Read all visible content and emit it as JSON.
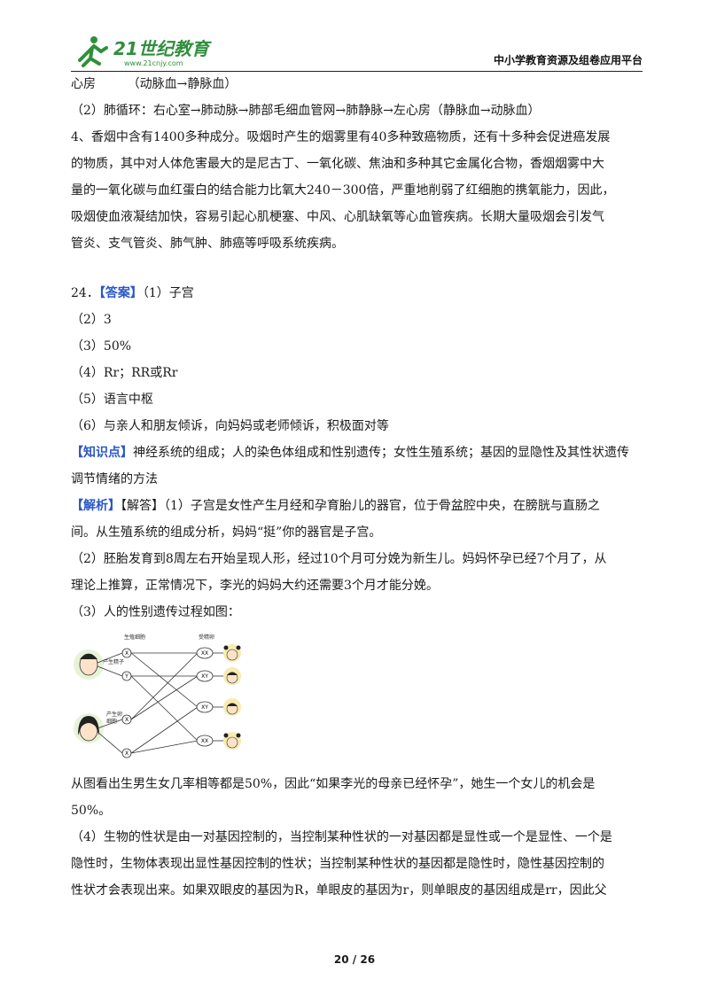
{
  "header": {
    "logo_text": "21世纪教育",
    "logo_url_text": "www.21cnjy.com",
    "platform": "中小学教育资源及组卷应用平台"
  },
  "lines": {
    "l1": "心房        （动脉血→静脉血）",
    "l2": "（2）肺循环：右心室→肺动脉→肺部毛细血管网→肺静脉→左心房（静脉血→动脉血）",
    "l3": "4、香烟中含有1400多种成分。吸烟时产生的烟雾里有40多种致癌物质，还有十多种会促进癌发展",
    "l4": "的物质，其中对人体危害最大的是尼古丁、一氧化碳、焦油和多种其它金属化合物，香烟烟雾中大",
    "l5": "量的一氧化碳与血红蛋白的结合能力比氧大240－300倍，严重地削弱了红细胞的携氧能力，因此，",
    "l6": "吸烟使血液凝结加快，容易引起心肌梗塞、中风、心肌缺氧等心血管疾病。长期大量吸烟会引发气",
    "l7": "管炎、支气管炎、肺气肿、肺癌等呼吸系统疾病。",
    "q24_num": "24．",
    "q24_ans_tag": "【答案】",
    "q24_a1": "（1）子宫",
    "a2": "（2）3",
    "a3": "（3）50%",
    "a4": "（4）Rr；RR或Rr",
    "a5": "（5）语言中枢",
    "a6": "（6）与亲人和朋友倾诉，向妈妈或老师倾诉，积极面对等",
    "kp_tag": "【知识点】",
    "kp1": "神经系统的组成；人的染色体组成和性别遗传；女性生殖系统；基因的显隐性及其性状遗传",
    "kp2": "调节情绪的方法",
    "jx_tag": "【解析】",
    "jd_tag": "【解答】",
    "jx1": "（1）子宫是女性产生月经和孕育胎儿的器官，位于骨盆腔中央，在膀胱与直肠之",
    "jx2": "间。从生殖系统的组成分析，妈妈“挺”你的器官是子宫。",
    "jx3": "（2）胚胎发育到8周左右开始呈现人形，经过10个月可分娩为新生儿。妈妈怀孕已经7个月了，从",
    "jx4": "理论上推算，正常情况下，李光的妈妈大约还需要3个月才能分娩。",
    "jx5": "（3）人的性别遗传过程如图：",
    "after1": "从图看出生男生女几率相等都是50%，因此“如果李光的母亲已经怀孕”，她生一个女儿的机会是",
    "after2": "50%。",
    "g1": "（4）生物的性状是由一对基因控制的，当控制某种性状的一对基因都是显性或一个是显性、一个是",
    "g2": "隐性时，生物体表现出显性基因控制的性状；当控制某种性状的基因都是隐性时，隐性基因控制的",
    "g3": "性状才会表现出来。如果双眼皮的基因为R，单眼皮的基因为r，则单眼皮的基因组成是rr，因此父"
  },
  "diagram": {
    "germ_cell_label": "生殖细胞",
    "fertilized_label": "受精卵",
    "sperm_label": "产生精子",
    "egg_label_1": "产生卵",
    "egg_label_2": "细胞",
    "cells": [
      "X",
      "Y",
      "X",
      "X"
    ],
    "zygotes": [
      "XX",
      "XY",
      "XY",
      "XX"
    ]
  },
  "footer": {
    "page": "20 / 26"
  },
  "colors": {
    "accent": "#2a57c7",
    "logo_green": "#2f8f3c"
  }
}
